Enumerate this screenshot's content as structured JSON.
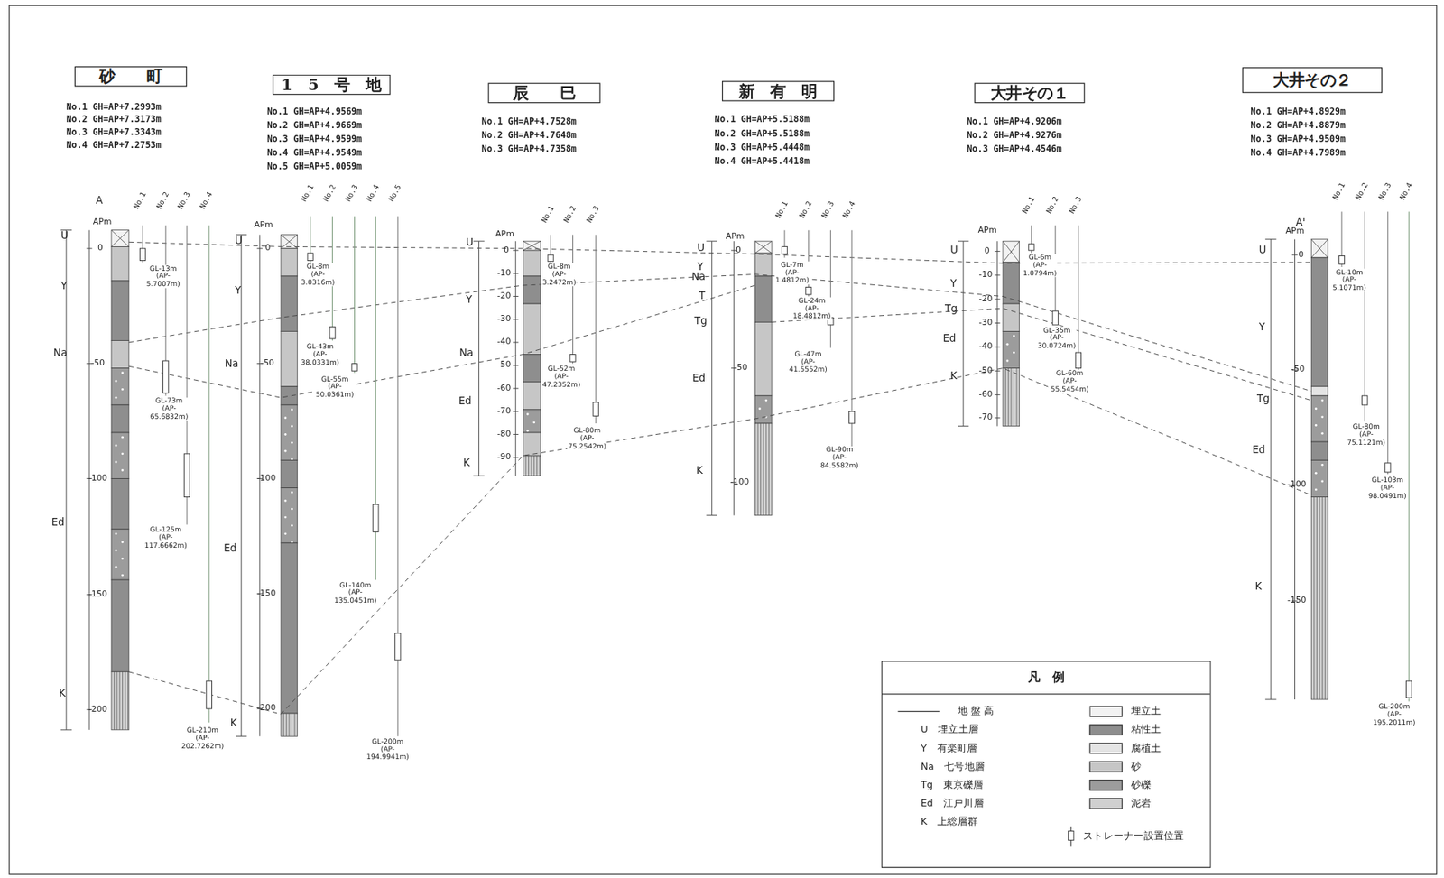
{
  "diagram": {
    "nodes": [
      {
        "text": [
          "砂　　町"
        ]
      },
      {
        "text": [
          "1　5　号　地"
        ]
      },
      {
        "text": [
          "辰　　巳"
        ]
      },
      {
        "text": [
          "新　有　明"
        ]
      },
      {
        "text": [
          "大井その１"
        ]
      },
      {
        "text": [
          "大井その２"
        ]
      },
      {
        "text": [
          "凡　例"
        ]
      }
    ],
    "labels": [
      "No.1 GH=AP+7.2993m",
      "No.2 GH=AP+7.3173m",
      "No.3 GH=AP+7.3343m",
      "No.4 GH=AP+7.2753m",
      "No.1 GH=AP+4.9569m",
      "No.2 GH=AP+4.9669m",
      "No.3 GH=AP+4.9599m",
      "No.4 GH=AP+4.9549m",
      "No.5 GH=AP+5.0059m",
      "No.1 GH=AP+4.7528m",
      "No.2 GH=AP+4.7648m",
      "No.3 GH=AP+4.7358m",
      "No.1 GH=AP+5.5188m",
      "No.2 GH=AP+5.5188m",
      "No.3 GH=AP+5.4448m",
      "No.4 GH=AP+5.4418m",
      "No.1 GH=AP+4.9206m",
      "No.2 GH=AP+4.9276m",
      "No.3 GH=AP+4.4546m",
      "No.1 GH=AP+4.8929m",
      "No.2 GH=AP+4.8879m",
      "No.3 GH=AP+4.9509m",
      "No.4 GH=AP+4.7989m",
      "No.1",
      "No.2",
      "No.3",
      "No.4",
      "No.1",
      "No.2",
      "No.3",
      "No.4",
      "No.5",
      "No.1",
      "No.2",
      "No.3",
      "No.1",
      "No.2",
      "No.3",
      "No.4",
      "No.1",
      "No.2",
      "No.3",
      "No.1",
      "No.2",
      "No.3",
      "No.4",
      "GL-13m (AP-5.7007m)",
      "GL-73m (AP-65.6832m)",
      "GL-125m (AP-117.6662m)",
      "GL-210m (AP-202.7262m)",
      "GL-8m (AP-3.0316m)",
      "GL-43m (AP-38.0331m)",
      "GL-55m (AP-50.0361m)",
      "GL-140m (AP-135.0451m)",
      "GL-200m (AP-194.9941m)",
      "GL-8m (AP-3.2472m)",
      "GL-52m (AP-47.2352m)",
      "GL-80m (AP-75.2542m)",
      "GL-7m (AP-1.4812m)",
      "GL-24m (AP-18.4812m)",
      "GL-47m (AP-41.5552m)",
      "GL-90m (AP-84.5582m)",
      "GL-6m (AP-1.0794m)",
      "GL-35m (AP-30.0724m)",
      "GL-60m (AP-55.5454m)",
      "GL-10m (AP-5.1071m)",
      "GL-80m (AP-75.1121m)",
      "GL-103m (AP-98.0491m)",
      "GL-200m (AP-195.2011m)",
      "A",
      "APm",
      "0",
      "-50",
      "-100",
      "-150",
      "-200",
      "U",
      "Y",
      "Na",
      "Ed",
      "K",
      "APm",
      "0",
      "-50",
      "-100",
      "-150",
      "-200",
      "U",
      "Y",
      "Na",
      "Ed",
      "K",
      "APm",
      "0",
      "-10",
      "-20",
      "-30",
      "-40",
      "-50",
      "-60",
      "-70",
      "-80",
      "-90",
      "U",
      "Y",
      "Na",
      "Ed",
      "K",
      "APm",
      "0",
      "-50",
      "-100",
      "U",
      "Y",
      "Na",
      "T",
      "Tg",
      "Ed",
      "K",
      "APm",
      "0",
      "-10",
      "-20",
      "-30",
      "-40",
      "-50",
      "-60",
      "-70",
      "U",
      "Y",
      "Tg",
      "Ed",
      "K",
      "A'",
      "APm",
      "0",
      "-50",
      "-100",
      "-150",
      "U",
      "Y",
      "Tg",
      "Ed",
      "K"
    ],
    "legend": [
      {
        "text": "地 盤 高"
      },
      {
        "text": "U　埋立土層"
      },
      {
        "text": "Y　有楽町層"
      },
      {
        "text": "Na　七号地層"
      },
      {
        "text": "Tg　東京礫層"
      },
      {
        "text": "Ed　江戸川層"
      },
      {
        "text": "K　上総層群"
      },
      {
        "text": "埋立土",
        "color": "#f2f2f2"
      },
      {
        "text": "粘性土",
        "color": "#8e8e8e"
      },
      {
        "text": "腐植土",
        "color": "#e4e4e4"
      },
      {
        "text": "砂",
        "color": "#c6c6c6"
      },
      {
        "text": "砂礫",
        "color": "#9c9c9c"
      },
      {
        "text": "泥岩",
        "color": "#d0d0d0"
      },
      {
        "text": "ストレーナー設置位置"
      }
    ]
  }
}
